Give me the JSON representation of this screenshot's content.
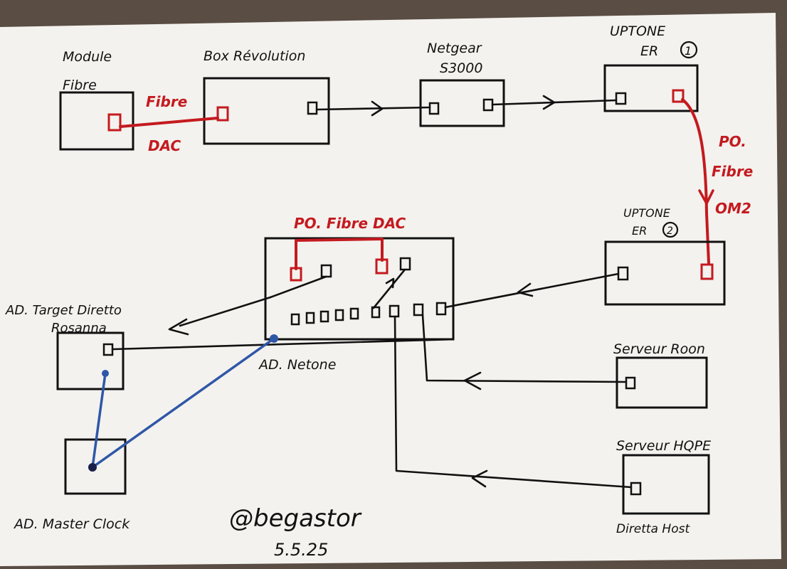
{
  "devices": {
    "module_fibre": "Module\nFibre",
    "box": "Box Révolution",
    "netgear": "Netgear\nS3000",
    "uptone1": "UPTONE\nER",
    "uptone1_num": "1",
    "uptone2": "UPTONE\nER",
    "uptone2_num": "2",
    "netone": "AD. Netone",
    "target": "AD. Target Diretto\nRosanna",
    "master_clock": "AD. Master Clock",
    "server_roon": "Serveur Roon",
    "server_hqpe": "Serveur HQPE",
    "diretta_host": "Diretta Host"
  },
  "links": {
    "fibre_top": "Fibre",
    "fibre_bottom": "DAC",
    "po_fibre": "PO.\nFibre",
    "om2": "OM2",
    "po_fibre_dac": "PO. Fibre DAC"
  },
  "signature": {
    "handle": "@begastor",
    "date": "5.5.25"
  },
  "colors": {
    "paper": "#f3f2ee",
    "ink": "#111111",
    "fibre": "#c41a1f",
    "clock": "#2f57a8",
    "background": "#5a4d44"
  }
}
